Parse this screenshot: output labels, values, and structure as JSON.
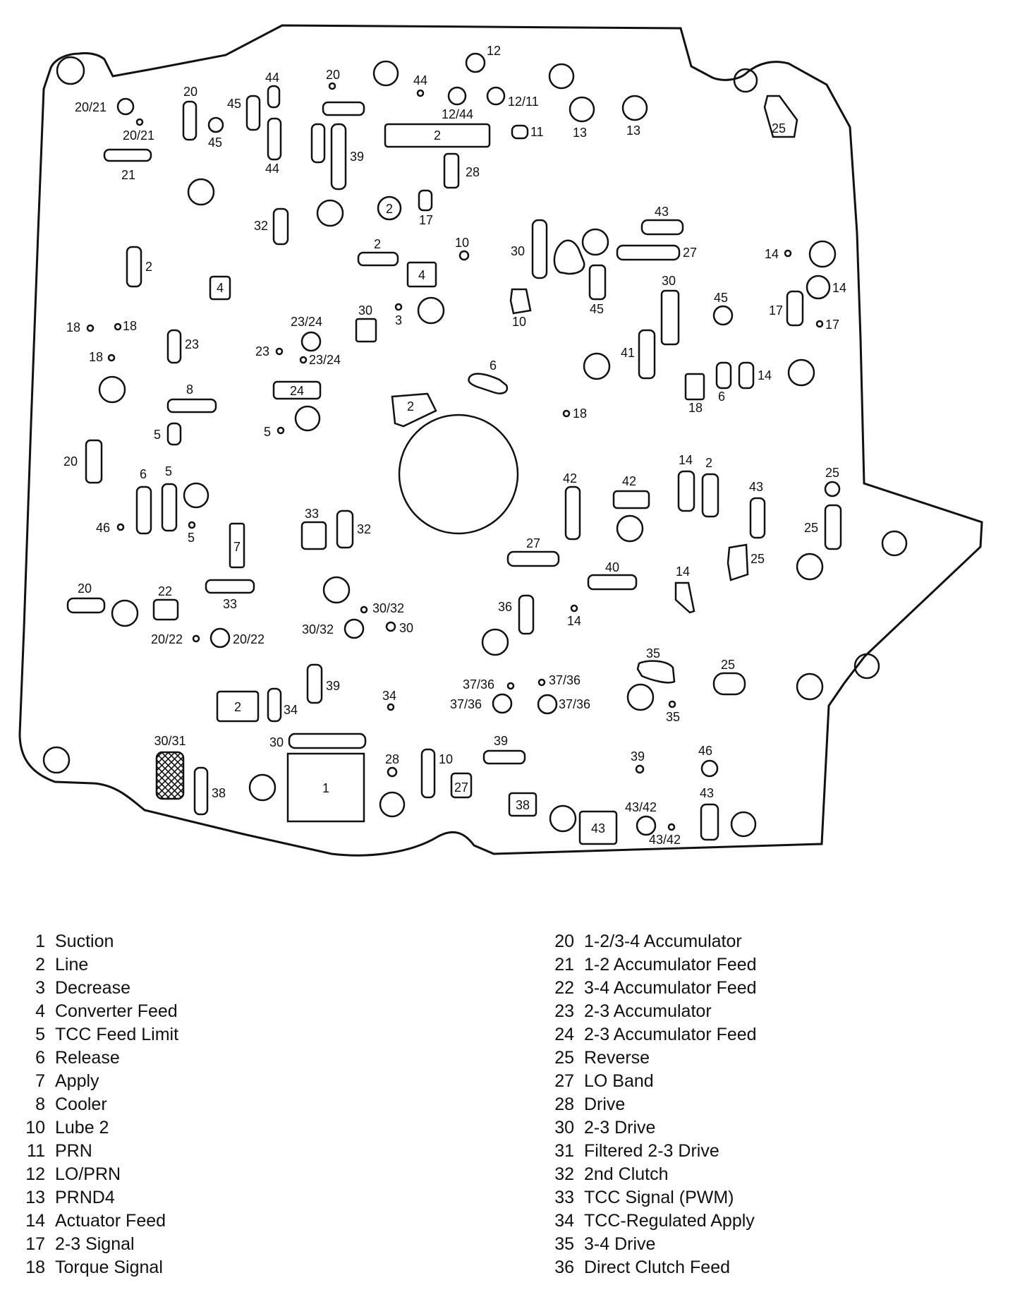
{
  "diagram": {
    "labels": {
      "n1": "1",
      "n2": "2",
      "n3": "3",
      "n4": "4",
      "n5": "5",
      "n6": "6",
      "n7": "7",
      "n8": "8",
      "n10": "10",
      "n11": "11",
      "n12": "12",
      "n13": "13",
      "n14": "14",
      "n17": "17",
      "n18": "18",
      "n20": "20",
      "n21": "21",
      "n22": "22",
      "n23": "23",
      "n24": "24",
      "n25": "25",
      "n27": "27",
      "n28": "28",
      "n30": "30",
      "n32": "32",
      "n33": "33",
      "n34": "34",
      "n35": "35",
      "n36": "36",
      "n38": "38",
      "n39": "39",
      "n40": "40",
      "n41": "41",
      "n42": "42",
      "n43": "43",
      "n44": "44",
      "n45": "45",
      "n46": "46",
      "c20_21": "20/21",
      "c12_44": "12/44",
      "c12_11": "12/11",
      "c23_24": "23/24",
      "c30_32": "30/32",
      "c20_22": "20/22",
      "c37_36": "37/36",
      "c30_31": "30/31",
      "c43_42": "43/42"
    }
  },
  "legend": {
    "left": [
      {
        "num": "1",
        "label": "Suction"
      },
      {
        "num": "2",
        "label": "Line"
      },
      {
        "num": "3",
        "label": "Decrease"
      },
      {
        "num": "4",
        "label": "Converter Feed"
      },
      {
        "num": "5",
        "label": "TCC Feed Limit"
      },
      {
        "num": "6",
        "label": "Release"
      },
      {
        "num": "7",
        "label": "Apply"
      },
      {
        "num": "8",
        "label": "Cooler"
      },
      {
        "num": "10",
        "label": "Lube 2"
      },
      {
        "num": "11",
        "label": "PRN"
      },
      {
        "num": "12",
        "label": "LO/PRN"
      },
      {
        "num": "13",
        "label": "PRND4"
      },
      {
        "num": "14",
        "label": "Actuator Feed"
      },
      {
        "num": "17",
        "label": "2-3 Signal"
      },
      {
        "num": "18",
        "label": "Torque Signal"
      }
    ],
    "right": [
      {
        "num": "20",
        "label": "1-2/3-4 Accumulator"
      },
      {
        "num": "21",
        "label": "1-2 Accumulator Feed"
      },
      {
        "num": "22",
        "label": "3-4 Accumulator Feed"
      },
      {
        "num": "23",
        "label": "2-3 Accumulator"
      },
      {
        "num": "24",
        "label": "2-3 Accumulator Feed"
      },
      {
        "num": "25",
        "label": "Reverse"
      },
      {
        "num": "27",
        "label": "LO Band"
      },
      {
        "num": "28",
        "label": "Drive"
      },
      {
        "num": "30",
        "label": "2-3 Drive"
      },
      {
        "num": "31",
        "label": "Filtered 2-3 Drive"
      },
      {
        "num": "32",
        "label": "2nd Clutch"
      },
      {
        "num": "33",
        "label": "TCC Signal (PWM)"
      },
      {
        "num": "34",
        "label": "TCC-Regulated Apply"
      },
      {
        "num": "35",
        "label": "3-4 Drive"
      },
      {
        "num": "36",
        "label": "Direct Clutch Feed"
      }
    ]
  }
}
